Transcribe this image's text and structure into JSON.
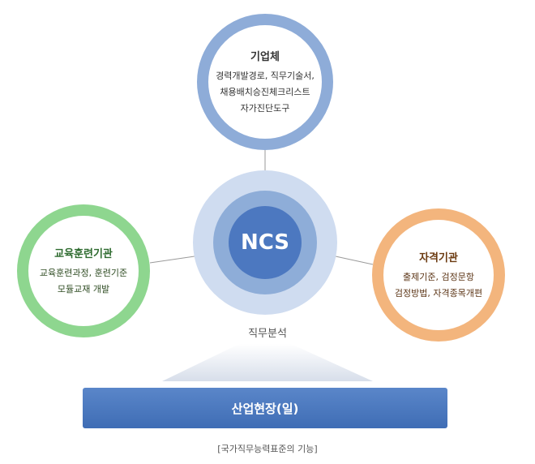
{
  "nodes": {
    "company": {
      "title": "기업체",
      "lines": [
        "경력개발경로, 직무기술서,",
        "채용배치승진체크리스트",
        "자가진단도구"
      ]
    },
    "education": {
      "title": "교육훈련기관",
      "lines": [
        "교육훈련과정, 훈련기준",
        "모듈교재 개발"
      ]
    },
    "certification": {
      "title": "자격기관",
      "lines": [
        "출제기준, 검정문항",
        "검정방법, 자격종목개편"
      ]
    }
  },
  "center": {
    "label": "NCS"
  },
  "analysis": {
    "label": "직무분석"
  },
  "field": {
    "label": "산업현장(일)"
  },
  "caption": "[국가직무능력표준의 기능]",
  "colors": {
    "company": "#8eacd8",
    "education": "#8ed68f",
    "certification": "#f3b57d",
    "ncs_outer": "#cfdcf0",
    "ncs_mid": "#8eadd8",
    "ncs_inner": "#4c78c0",
    "field_bar": "#4f7cc1"
  }
}
